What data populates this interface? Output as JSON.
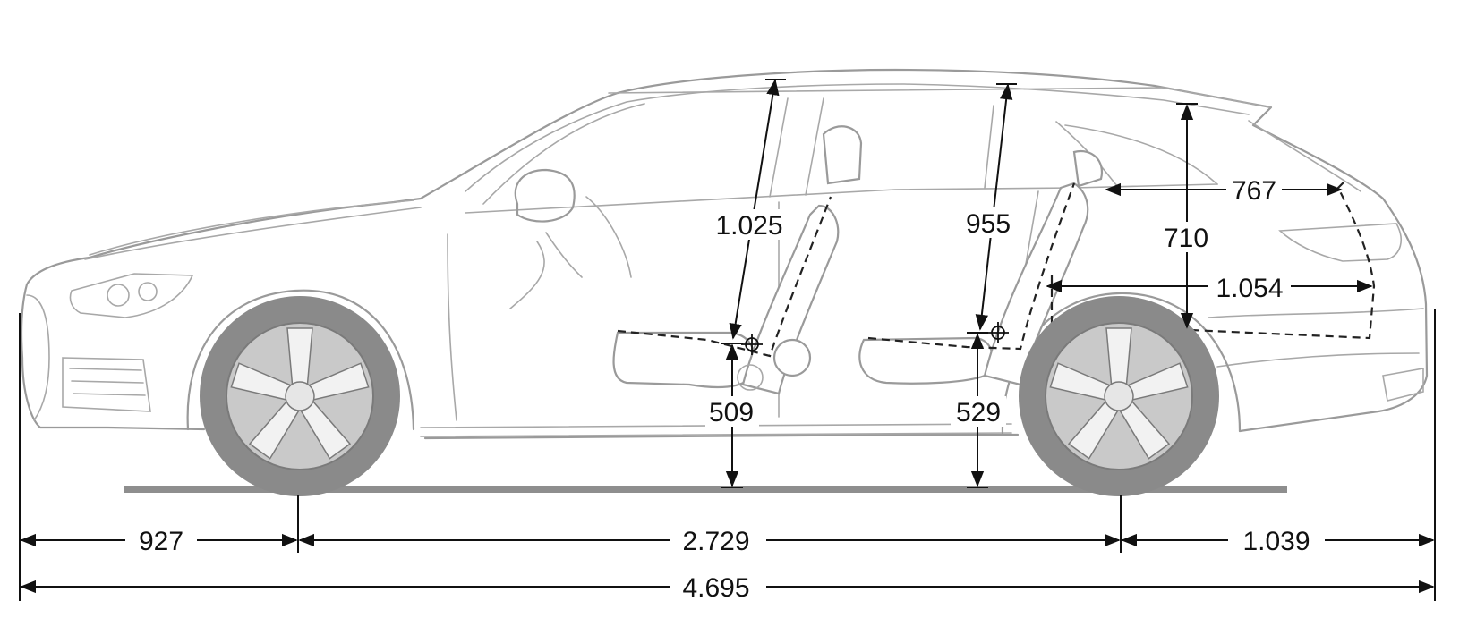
{
  "diagram": {
    "dimensions": {
      "front_overhang": "927",
      "wheelbase": "2.729",
      "rear_overhang": "1.039",
      "overall_length": "4.695",
      "front_headroom": "1.025",
      "rear_headroom": "955",
      "luggage_height": "710",
      "luggage_length_upper": "767",
      "luggage_length_lower": "1.054",
      "front_seat_height": "509",
      "rear_seat_height": "529"
    },
    "colors": {
      "outline": "#9a9a9a",
      "dimension_lines": "#111111",
      "wheels": "#8a8a8a",
      "ground": "#8e8e8e"
    }
  }
}
